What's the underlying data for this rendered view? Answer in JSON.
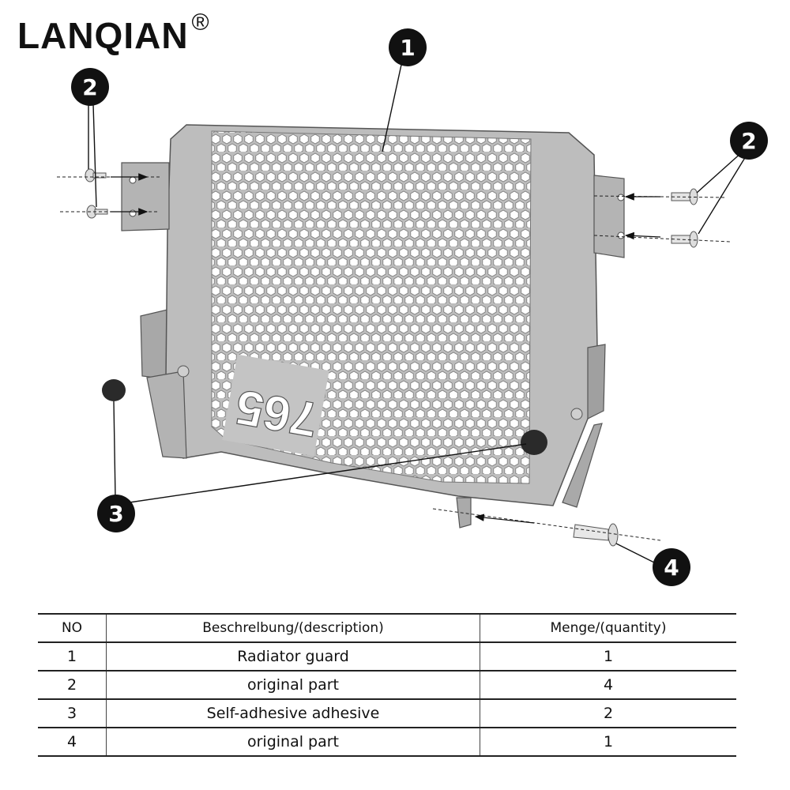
{
  "logo": {
    "text": "LANQIAN",
    "mark": "®"
  },
  "callouts": [
    "1",
    "2",
    "2",
    "3",
    "4"
  ],
  "part_text": "765",
  "table": {
    "headers": {
      "no": "NO",
      "description": "Beschrelbung/(description)",
      "quantity": "Menge/(quantity)"
    },
    "rows": [
      {
        "no": "1",
        "description": "Radiator guard",
        "quantity": "1"
      },
      {
        "no": "2",
        "description": "original part",
        "quantity": "4"
      },
      {
        "no": "3",
        "description": "Self-adhesive adhesive",
        "quantity": "2"
      },
      {
        "no": "4",
        "description": "original part",
        "quantity": "1"
      }
    ]
  },
  "colors": {
    "metal": "#b9b9b9",
    "metal_dark": "#8f8f8f",
    "callout_fill": "#111111",
    "callout_text": "#ffffff"
  }
}
